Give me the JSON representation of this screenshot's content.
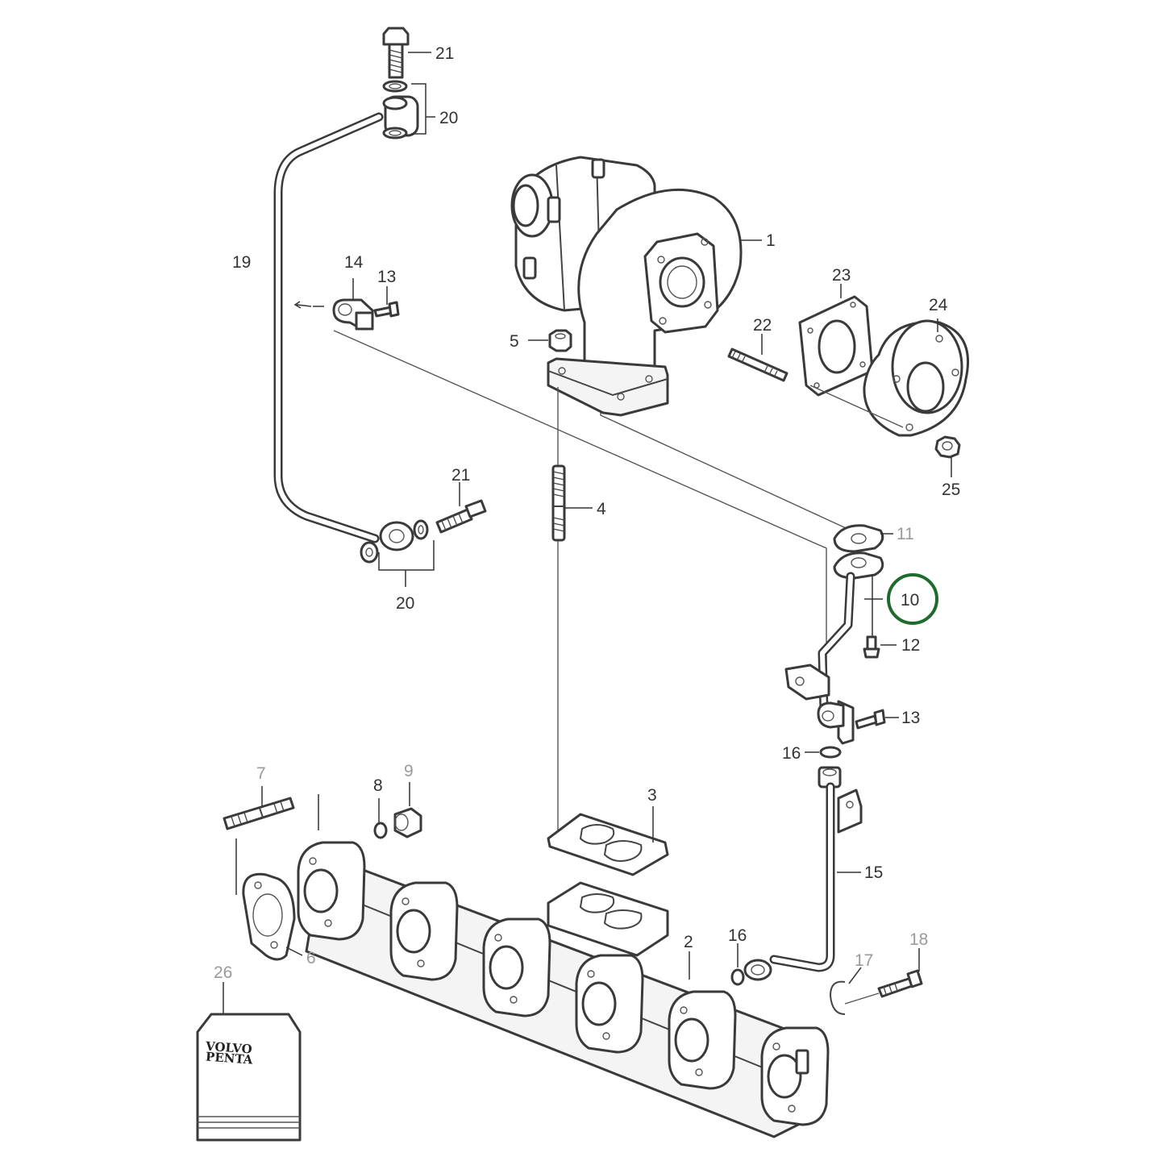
{
  "diagram": {
    "callouts": {
      "c1": "1",
      "c2": "2",
      "c3": "3",
      "c4": "4",
      "c5": "5",
      "c6": "6",
      "c7": "7",
      "c8": "8",
      "c9": "9",
      "c10": "10",
      "c11": "11",
      "c12": "12",
      "c13a": "13",
      "c13b": "13",
      "c14": "14",
      "c15": "15",
      "c16a": "16",
      "c16b": "16",
      "c17": "17",
      "c18": "18",
      "c19": "19",
      "c20a": "20",
      "c20b": "20",
      "c21a": "21",
      "c21b": "21",
      "c22": "22",
      "c23": "23",
      "c24": "24",
      "c25": "25",
      "c26": "26"
    },
    "highlighted_callout": "10",
    "highlight_color": "#1f6b2e",
    "brand_line1": "VOLVO",
    "brand_line2": "PENTA"
  }
}
